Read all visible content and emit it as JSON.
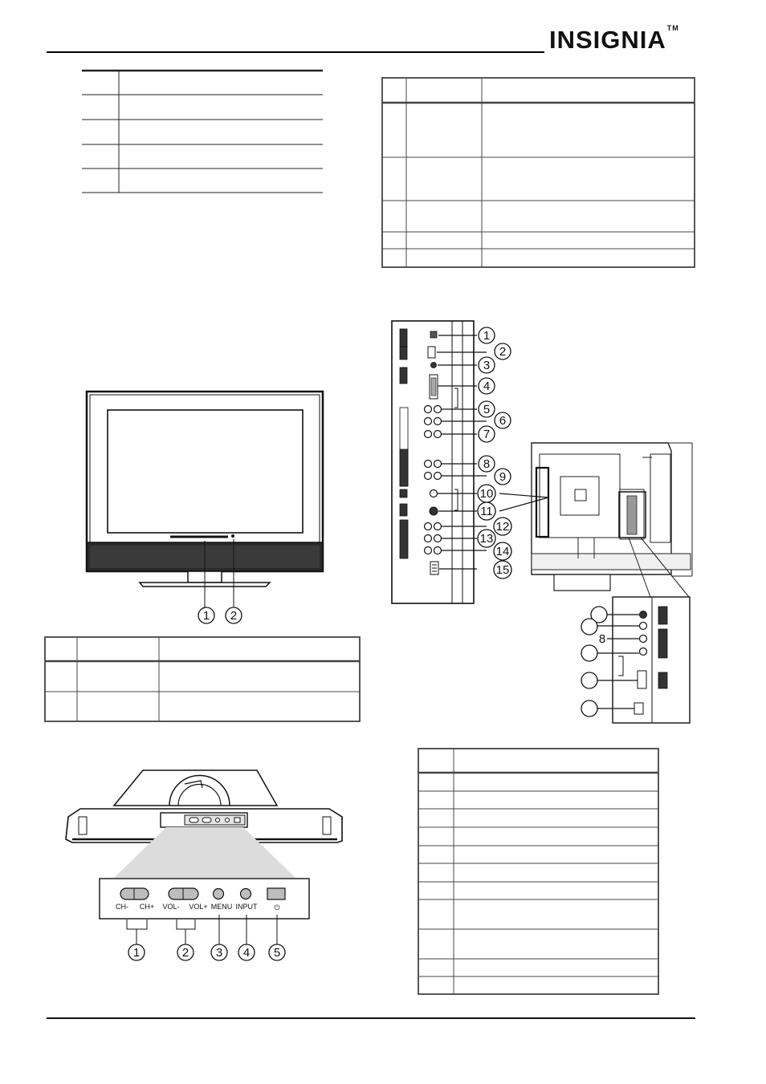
{
  "header": {
    "brand": "INSIGNIA",
    "trademark": "TM"
  },
  "front_panel": {
    "callouts": [
      "1",
      "2"
    ]
  },
  "side_controls": {
    "button_labels": [
      "CH-",
      "CH+",
      "VOL-",
      "VOL+",
      "MENU",
      "INPUT"
    ],
    "power_symbol": "⏻",
    "callouts": [
      "1",
      "2",
      "3",
      "4",
      "5"
    ]
  },
  "back_panel": {
    "callouts": [
      "1",
      "2",
      "3",
      "4",
      "5",
      "6",
      "7",
      "8",
      "9",
      "10",
      "11",
      "12",
      "13",
      "14",
      "15"
    ],
    "inset_callouts": [
      "8"
    ]
  }
}
